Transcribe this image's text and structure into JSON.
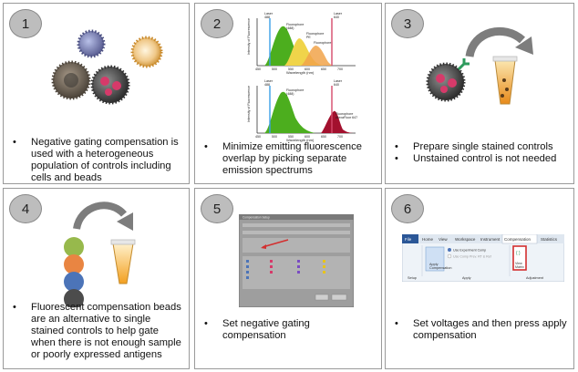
{
  "panels": [
    {
      "number": "1",
      "bullets": [
        "Negative gating compensation is used with a heterogeneous population of controls including cells and beads"
      ]
    },
    {
      "number": "2",
      "bullets": [
        "Minimize emitting fluorescence overlap by picking separate emission spectrums"
      ]
    },
    {
      "number": "3",
      "bullets": [
        "Prepare single stained controls",
        "Unstained control is not needed"
      ]
    },
    {
      "number": "4",
      "bullets": [
        "Fluorescent compensation beads are an alternative to single stained controls to help gate when there is not enough sample or poorly expressed antigens"
      ]
    },
    {
      "number": "5",
      "bullets": [
        "Set negative gating compensation"
      ]
    },
    {
      "number": "6",
      "bullets": [
        "Set voltages and then press apply compensation"
      ]
    }
  ],
  "spectrum_top": {
    "laser1": "Laser\n488",
    "laser2": "Laser\n640",
    "fluor1": "Fluorophore\n(488)",
    "fluor2": "Fluorophore\nPE",
    "fluor3": "Fluorophore",
    "ylabel": "Intensity of Fluorescence",
    "xlabel": "Wavelength (nm)",
    "ticks": [
      "450",
      "500",
      "550",
      "600",
      "650",
      "700"
    ]
  },
  "spectrum_bottom": {
    "laser1": "Laser\n488",
    "laser2": "Laser\n640",
    "fluor1": "Fluorophore\n(488)",
    "fluor2": "Fluorophore\nAlexaFluor 647",
    "ylabel": "Intensity of Fluorescence",
    "xlabel": "Wavelength (nm)",
    "ticks": [
      "450",
      "500",
      "550",
      "600",
      "650",
      "700"
    ]
  },
  "ribbon": {
    "tabs": [
      "File",
      "Home",
      "View",
      "Workspace",
      "Instrument",
      "Compensation",
      "Statistics"
    ],
    "active_tab": "Compensation",
    "radio1": "Use Experiment Comp",
    "radio2": "Use Comp Prev. RT & Ref",
    "apply_label": "Apply\nCompensation",
    "view_label": "View\nMatrix",
    "groups": [
      "Setup",
      "Apply",
      "Adjustment"
    ],
    "colors": {
      "file_tab": "#2b5797",
      "accent": "#d32f2f",
      "ribbon_bg": "#eef3f8"
    }
  },
  "dialog": {
    "title": "Compensation Setup"
  }
}
